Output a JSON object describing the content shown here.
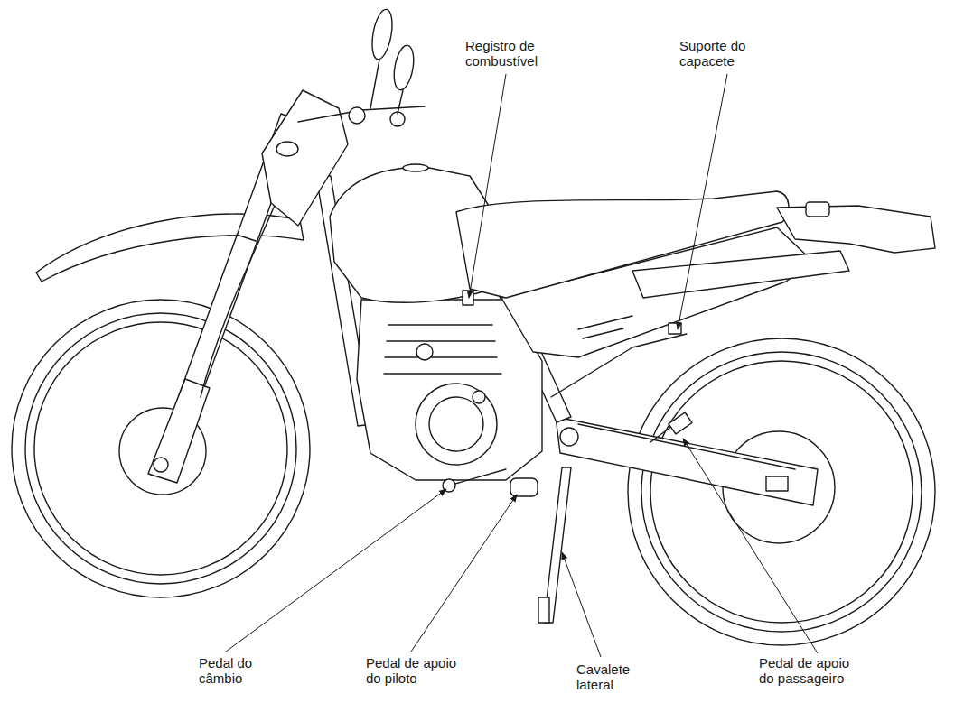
{
  "diagram": {
    "labels": [
      "Registro de combustível",
      "Suporte do capacete",
      "Pedal do câmbio",
      "Pedal de apoio do piloto",
      "Cavalete lateral",
      "Pedal de apoio do passageiro"
    ]
  }
}
